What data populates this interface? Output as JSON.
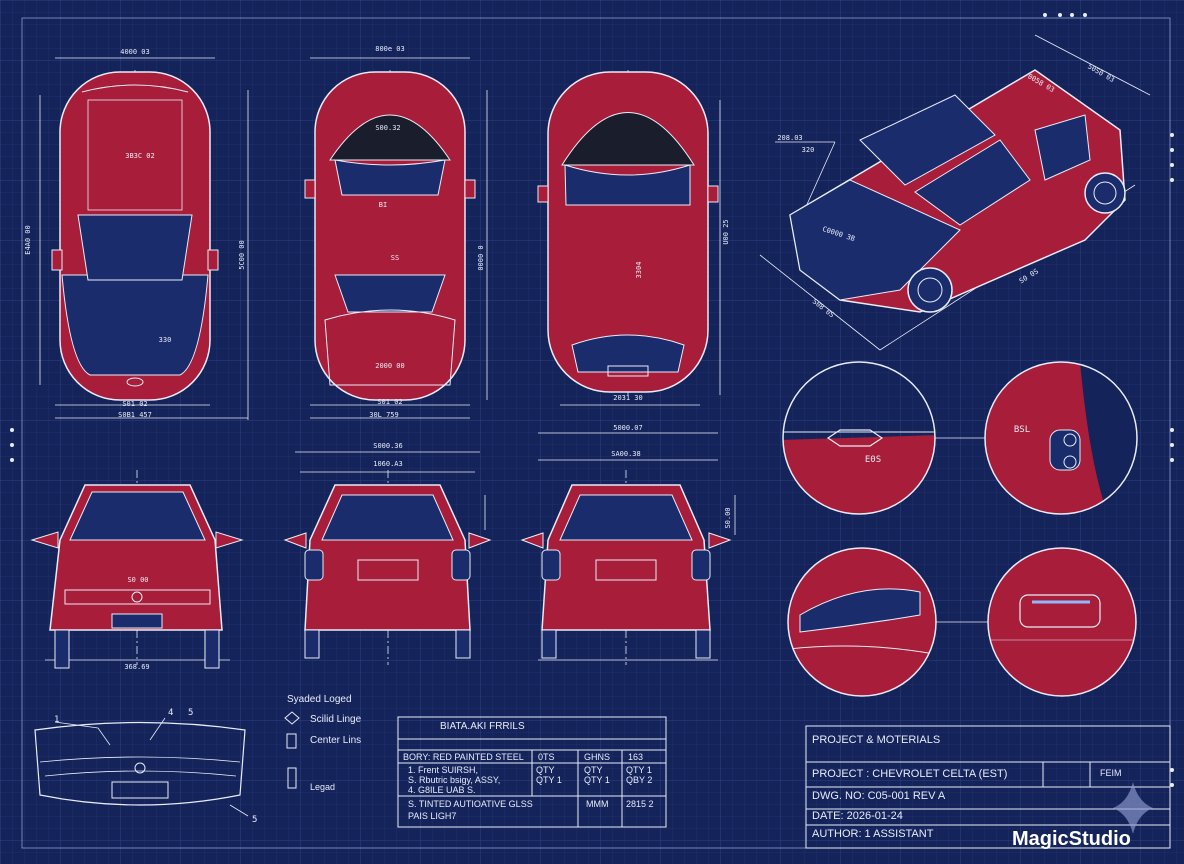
{
  "dimensions": {
    "top_top": "4000 03",
    "top_roof": "3B3C 02",
    "top_left_side": "E4A0 00",
    "top_right_side": "5C00 00",
    "top_mid": "330",
    "top_bottom_a": "S01 02",
    "top_bottom_b": "S0B1 457",
    "mid_top": "800e 03",
    "mid_roof": "S00.32",
    "mid_small": "BI",
    "mid_center": "SS",
    "mid_side": "0000 0",
    "mid_rear": "2000 00",
    "mid_bottom_a": "S01 02",
    "mid_bottom_b": "30L 759",
    "right_side": "U00 25",
    "right_mid": "3304",
    "right_bottom": "2031 30",
    "iso_top": "50S0 03",
    "iso_sub": "0058 03",
    "iso_left": "208.03",
    "iso_left_b": "320",
    "iso_bottom": "S0 0S",
    "iso_bottom_b": "S08 0S",
    "iso_plate": "C0000 3B",
    "front_mid": "S0 00",
    "front_bottom": "368.69",
    "rear1_top": "S000.36",
    "rear1_sub": "1060.A3",
    "rear2_top": "5000.07",
    "rear2_sub": "SA00.38",
    "rear2_side": "S0.00",
    "detail_rear": "BSL",
    "detail_logo": "E0S"
  },
  "callouts": {
    "c1": "1",
    "c4": "4",
    "c5": "5",
    "c5b": "5"
  },
  "legend": {
    "title": "Syaded Loged",
    "item1": "Scilid Linge",
    "item2": "Center Lins",
    "item3": "Legad"
  },
  "parts_table": {
    "title": "BIATA.AKI FRRILS",
    "header": [
      "BORY: RED PAINTED STEEL",
      "0TS",
      "GHNS",
      "163"
    ],
    "row1": [
      "1. Frent SUIRSH,",
      "QTY",
      "QTY",
      "QTY 1"
    ],
    "row2": [
      "S. Rbutric bsigy, ASSY,",
      "QTY 1",
      "QTY 1",
      "QBY 2"
    ],
    "row3": [
      "4. G8ILE UAB S.",
      "",
      "",
      ""
    ],
    "row4": [
      "S. TINTED AUTIOATIVE GLSS",
      "MMM",
      "2815 2"
    ],
    "row5": [
      "PAIS LIGH7"
    ]
  },
  "title_block": {
    "header": "PROJECT & MOTERIALS",
    "project": "PROJECT : CHEVROLET CELTA (EST)",
    "scale": "FEIM",
    "dwg": "DWG. NO: C05-001 REV A",
    "date": "DATE:  2026-01-24",
    "author": "AUTHOR: 1 ASSISTANT"
  },
  "watermark": "MagicStudio",
  "colors": {
    "background": "#14235a",
    "body": "#a81e3a",
    "line": "#e8ecf8"
  }
}
